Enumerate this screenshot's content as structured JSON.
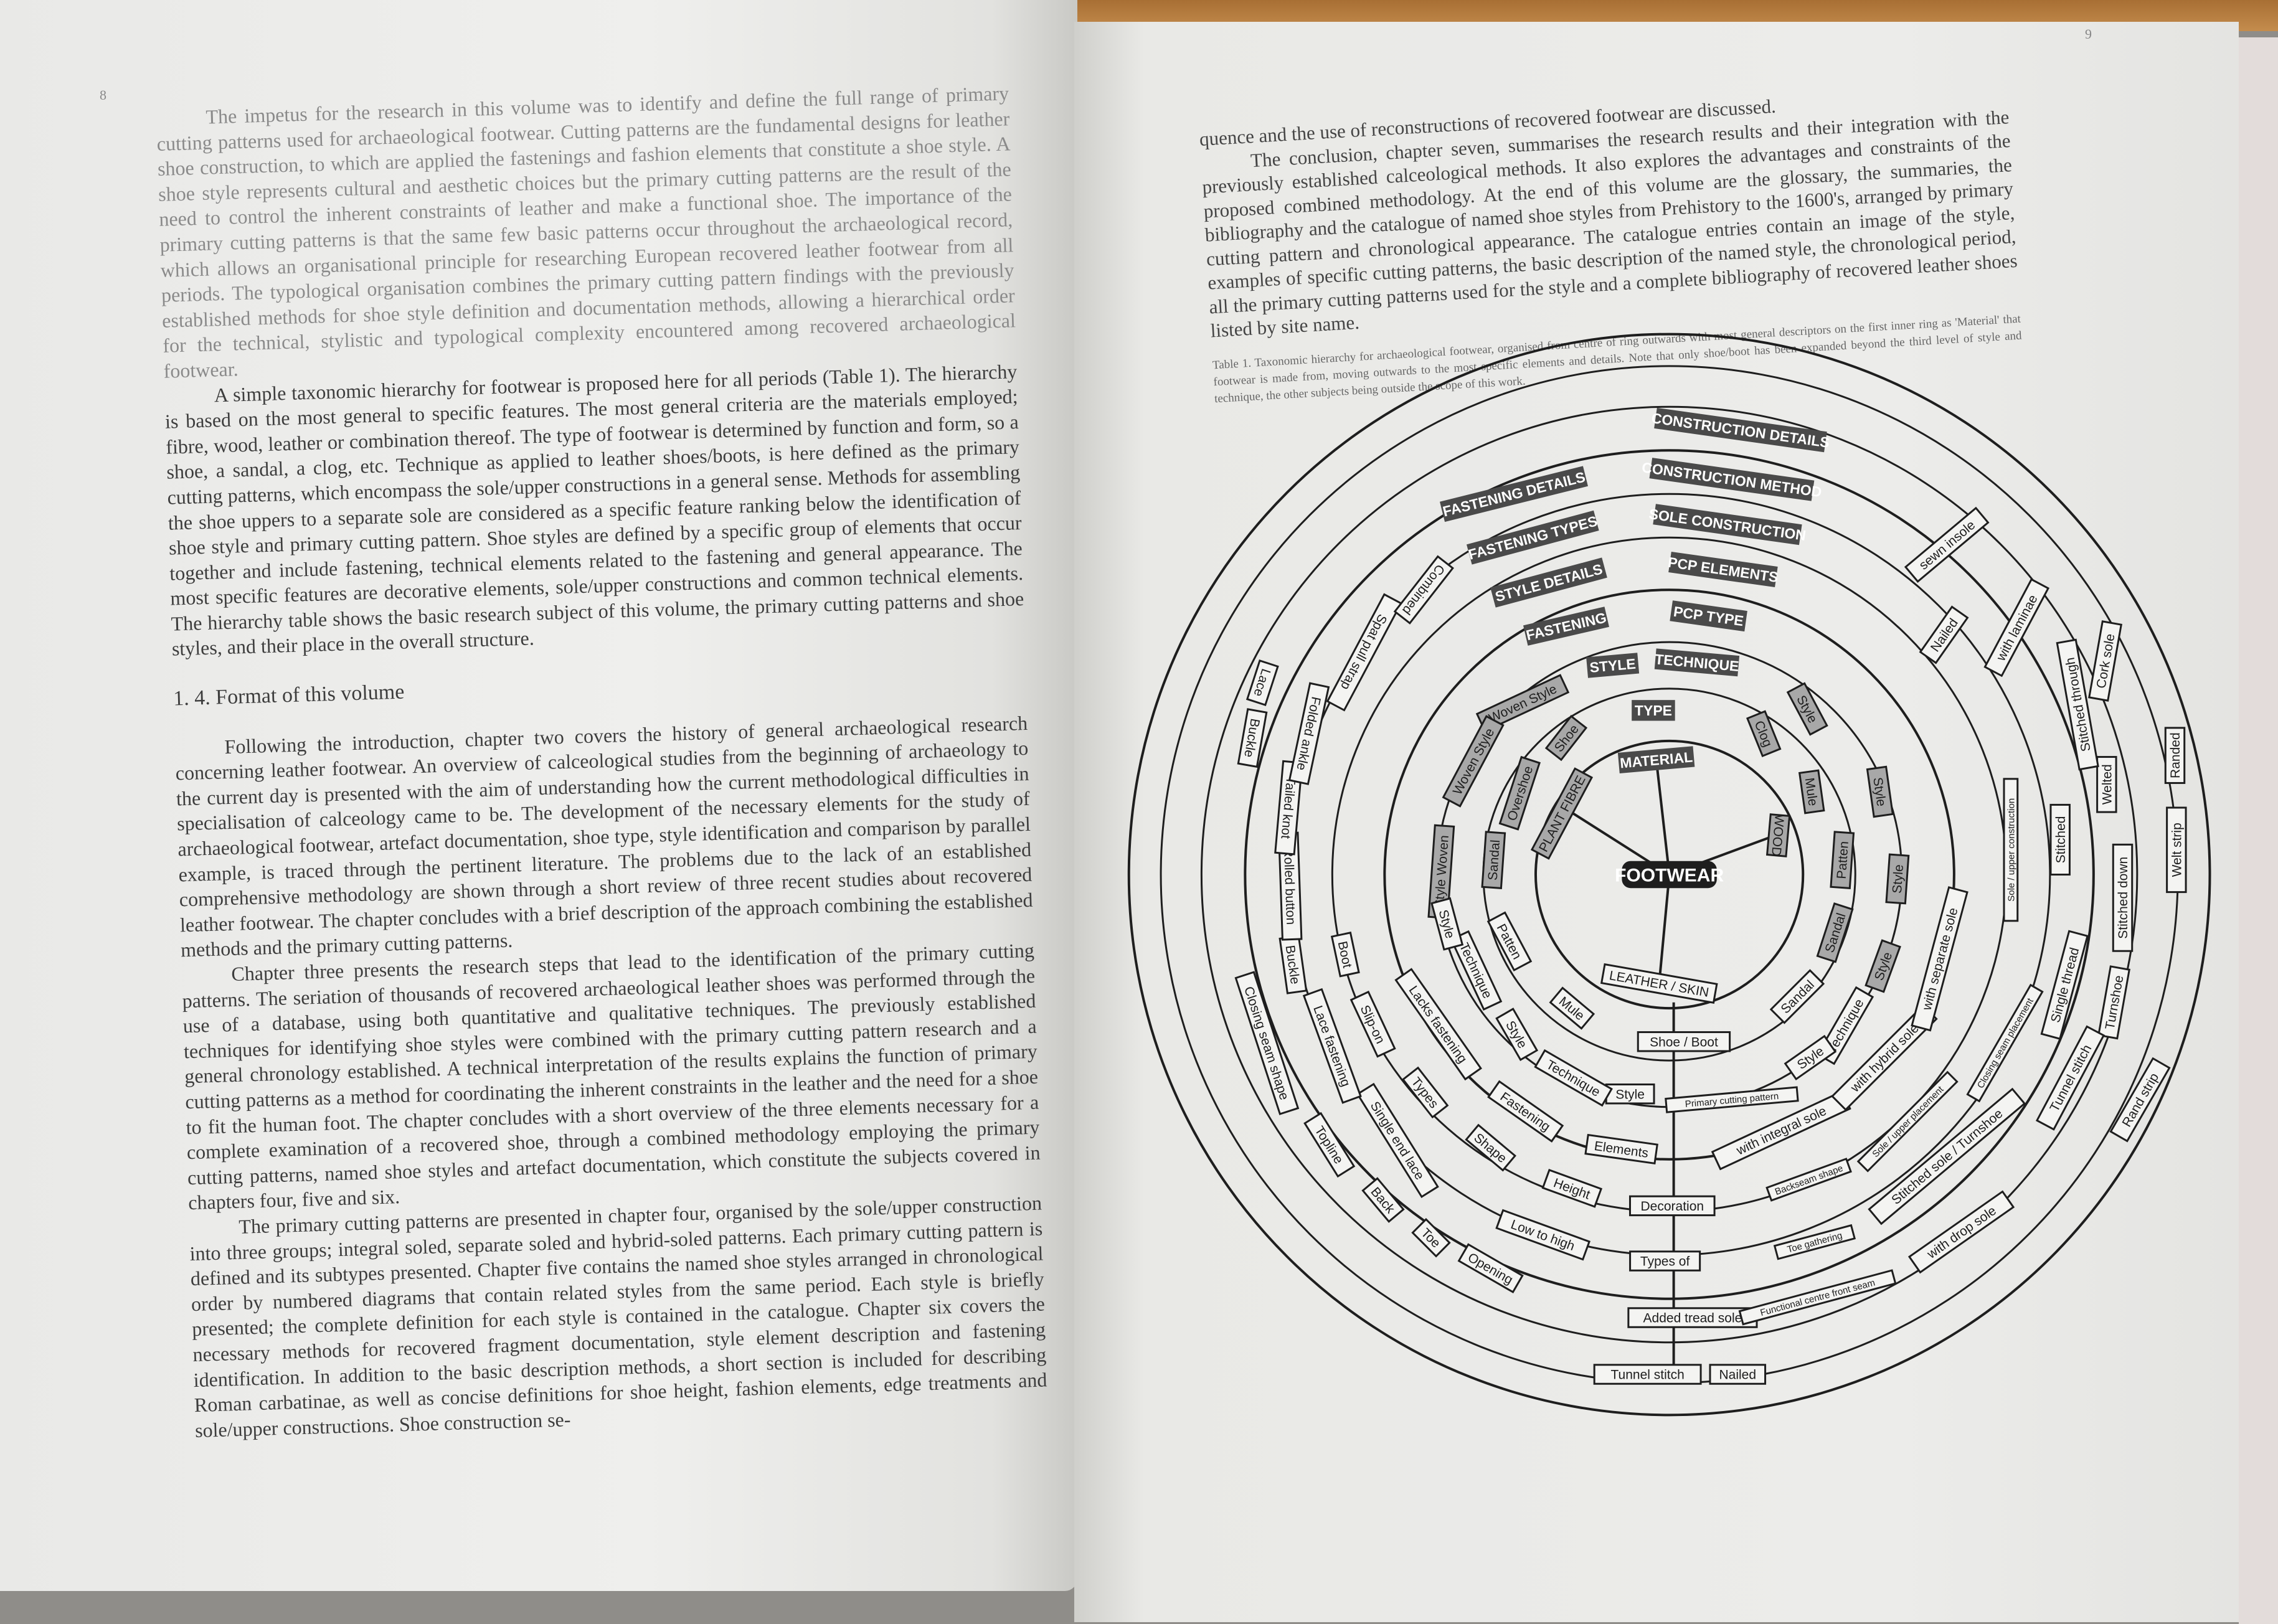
{
  "left_page": {
    "page_number": "8",
    "paragraphs": [
      "The impetus for the research in this volume was to identify and define the full range of primary cutting patterns used for archaeological footwear. Cutting patterns are the fundamental designs for leather shoe construction, to which are applied the fastenings and fashion elements that constitute a shoe style. A shoe style represents cultural and aesthetic choices but the primary cutting patterns are the result of the need to control the inherent constraints of leather and make a functional shoe. The importance of the primary cutting patterns is that the same few basic patterns occur throughout the archaeological record, which allows an organisational principle for researching European recovered leather footwear from all periods. The typological organisation combines the primary cutting pattern findings with the previously established methods for shoe style definition and documentation methods, allowing a hierarchical order for the technical, stylistic and typological complexity encountered among recovered archaeological footwear.",
      "A simple taxonomic hierarchy for footwear is proposed here for all periods (Table 1). The hierarchy is based on the most general to specific features. The most general criteria are the materials employed; fibre, wood, leather or combination thereof. The type of footwear is determined by function and form, so a shoe, a sandal, a clog, etc. Technique as applied to leather shoes/boots, is here defined as the primary cutting patterns, which encompass the sole/upper constructions in a general sense. Methods for assembling the shoe uppers to a separate sole are considered as a specific feature ranking below the identification of shoe style and primary cutting pattern. Shoe styles are defined by a specific group of elements that occur together and include fastening, technical elements related to the fastening and general appearance. The most specific features are decorative elements, sole/upper constructions and common technical elements. The hierarchy table shows the basic research subject of this volume, the primary cutting patterns and shoe styles, and their place in the overall structure."
    ],
    "heading": "1. 4. Format of this volume",
    "paragraphs2": [
      "Following the introduction, chapter two covers the history of general archaeological research concerning leather footwear. An overview of calceological studies from the beginning of archaeology to the current day is presented with the aim of understanding how the current methodological difficulties in specialisation of calceology came to be. The development of the necessary elements for the study of archaeological footwear, artefact documentation, shoe type, style identification and comparison by parallel example, is traced through the pertinent literature. The problems due to the lack of an established comprehensive methodology are shown through a short review of three recent studies about recovered leather footwear. The chapter concludes with a brief description of the approach combining the established methods and the primary cutting patterns.",
      "Chapter three presents the research steps that lead to the identification of the primary cutting patterns. The seriation of thousands of recovered archaeological leather shoes was performed through the use of a database, using both quantitative and qualitative techniques. The previously established techniques for identifying shoe styles were combined with the primary cutting pattern research and a general chronology established. A technical interpretation of the results explains the function of primary cutting patterns as a method for coordinating the inherent constraints in the leather and the need for a shoe to fit the human foot. The chapter concludes with a short overview of the three elements necessary for a complete examination of a recovered shoe, through a combined methodology employing the primary cutting patterns, named shoe styles and artefact documentation, which constitute the subjects covered in chapters four, five and six.",
      "The primary cutting patterns are presented in chapter four, organised by the sole/upper construction into three groups; integral soled, separate soled and hybrid-soled patterns. Each primary cutting pattern is defined and its subtypes presented. Chapter five contains the named shoe styles arranged in chronological order by numbered diagrams that contain related styles from the same period. Each style is briefly presented; the complete definition for each style is contained in the catalogue. Chapter six covers the necessary methods for recovered fragment documentation, style element description and fastening identification. In addition to the basic description methods, a short section is included for describing Roman carbatinae, as well as concise definitions for shoe height, fashion elements, edge treatments and sole/upper constructions. Shoe construction se-"
    ]
  },
  "right_page": {
    "page_number": "9",
    "continuation": "quence and the use of reconstructions of recovered footwear are discussed.",
    "paragraph": "The conclusion, chapter seven, summarises the research results and their integration with the previously established calceological methods. It also explores the advantages and constraints of the proposed combined methodology. At the end of this volume are the glossary, the summaries, the bibliography and the catalogue of named shoe styles from Prehistory to the 1600's, arranged by primary cutting pattern and chronological appearance. The catalogue entries contain an image of the style, examples of specific cutting patterns, the basic description of the named style, the chronological period, all the primary cutting patterns used for the style and a complete bibliography of recovered leather shoes listed by site name.",
    "caption": "Table 1. Taxonomic hierarchy for archaeological footwear, organised from centre of ring outwards with most general descriptors on the first inner ring as 'Material' that footwear is made from, moving outwards to the most specific elements and details. Note that only shoe/boot has been expanded beyond the third level of style and technique, the other subjects being outside the scope of this work."
  },
  "diagram": {
    "colors": {
      "dark": "#4a4a4a",
      "grey": "#a8a8a8",
      "box": "#f4f4f2",
      "ink": "#1e1e1e"
    },
    "labels": [
      "CONSTRUCTION DETAILS",
      "CONSTRUCTION METHOD",
      "SOLE CONSTRUCTION",
      "PCP ELEMENTS",
      "PCP TYPE",
      "FASTENING DETAILS",
      "FASTENING TYPES",
      "STYLE DETAILS",
      "FASTENING",
      "STYLE",
      "TECHNIQUE",
      "TYPE",
      "MATERIAL",
      "FOOTWEAR",
      "PLANT FIBRE",
      "WOOD",
      "Shoe",
      "Overshoe",
      "Sandal",
      "Woven Style",
      "Woven Style",
      "Style Woven",
      "Clog",
      "Mule",
      "Patten",
      "Sandal",
      "Style",
      "Style",
      "Style",
      "Style",
      "LEATHER / SKIN",
      "Shoe / Boot",
      "Primary cutting pattern",
      "Style",
      "Elements",
      "Decoration",
      "Types of",
      "Added tread sole",
      "Tunnel stitch",
      "Nailed",
      "Mule",
      "Style",
      "Technique",
      "Fastening",
      "Height",
      "Shape",
      "Low to high",
      "Opening",
      "Toe",
      "Back",
      "Topline",
      "Closing seam shape",
      "Single end lace",
      "Types",
      "Lace fastening",
      "Slip-on",
      "Lacks fastening",
      "Technique",
      "Style",
      "Patten",
      "Boot",
      "Buckle",
      "Rolled button",
      "Tailed knot",
      "Folded ankle",
      "Lace",
      "Buckle",
      "Spat pull strap",
      "Combined",
      "Sandal",
      "Technique",
      "Style",
      "with integral sole",
      "with hybrid sole",
      "with separate sole",
      "Stitched sole / Turnshoe",
      "with drop sole",
      "Backseam shape",
      "Toe gathering",
      "Functional centre front seam",
      "Sole / upper construction",
      "Closing seam placement",
      "Sole / upper placement",
      "Stitched",
      "Welted",
      "Welt strip",
      "Randed",
      "Stitched down",
      "Turnshoe",
      "Single thread",
      "Tunnel stitch",
      "Rand strip",
      "Stitched through",
      "Nailed",
      "with laminae",
      "sewn insole",
      "Cork sole"
    ]
  }
}
